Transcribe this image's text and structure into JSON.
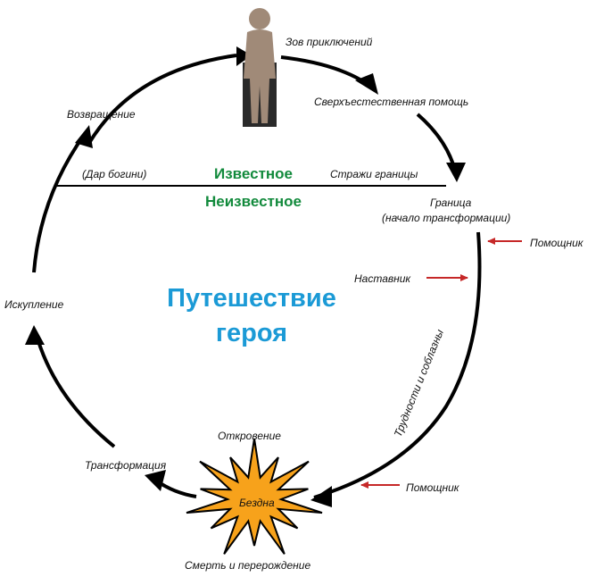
{
  "title": {
    "line1": "Путешествие",
    "line2": "героя"
  },
  "zones": {
    "known": "Известное",
    "unknown": "Неизвестное"
  },
  "stages": {
    "call_to_adventure": "Зов приключений",
    "supernatural_aid": "Сверхъестественная помощь",
    "threshold_guardians": "Стражи границы",
    "threshold_line1": "Граница",
    "threshold_line2": "(начало трансформации)",
    "helper_top": "Помощник",
    "mentor": "Наставник",
    "challenges": "Трудности и соблазны",
    "helper_bottom": "Помощник",
    "revelation": "Откровение",
    "abyss": "Бездна",
    "death_rebirth": "Смерть и перерождение",
    "transformation": "Трансформация",
    "atonement": "Искупление",
    "return": "Возвращение",
    "gift": "(Дар богини)"
  },
  "colors": {
    "title": "#1b9ad6",
    "zone_labels": "#128a3c",
    "helper_arrows": "#c62828",
    "abyss_fill": "#f7a21b",
    "figure": "#a08a78"
  },
  "icons": {
    "hero": "person-figure-icon",
    "abyss": "starburst-icon"
  }
}
